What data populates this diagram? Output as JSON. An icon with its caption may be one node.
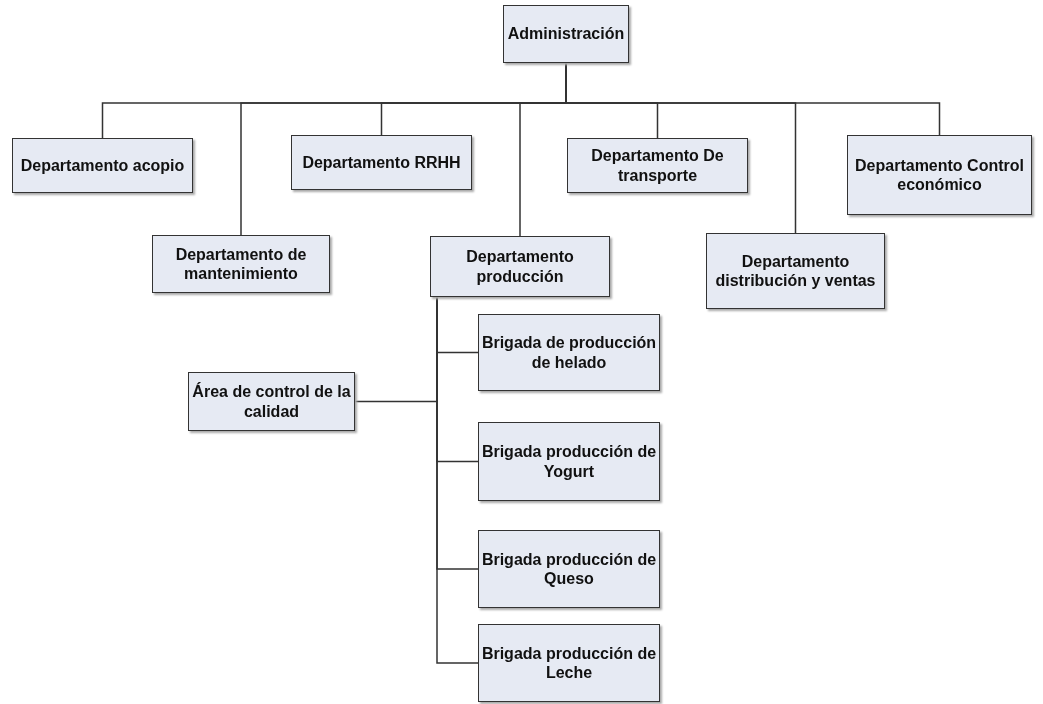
{
  "diagram": {
    "nodes": [
      {
        "text": [
          "Administración"
        ]
      },
      {
        "text": [
          "Departamento acopio"
        ]
      },
      {
        "text": [
          "Departamento RRHH"
        ]
      },
      {
        "text": [
          "Departamento De transporte"
        ]
      },
      {
        "text": [
          "Departamento Control económico"
        ]
      },
      {
        "text": [
          "Departamento de mantenimiento"
        ]
      },
      {
        "text": [
          "Departamento producción"
        ]
      },
      {
        "text": [
          "Departamento distribución y ventas"
        ]
      },
      {
        "text": [
          "Brigada de producción de helado"
        ]
      },
      {
        "text": [
          "Área de control de la calidad"
        ]
      },
      {
        "text": [
          "Brigada producción de Yogurt"
        ]
      },
      {
        "text": [
          "Brigada producción de Queso"
        ]
      },
      {
        "text": [
          "Brigada producción de Leche"
        ]
      }
    ],
    "edges": [
      {
        "from": 0,
        "to": 1,
        "arrow": "none"
      },
      {
        "from": 0,
        "to": 5,
        "arrow": "none"
      },
      {
        "from": 0,
        "to": 2,
        "arrow": "none"
      },
      {
        "from": 0,
        "to": 6,
        "arrow": "none"
      },
      {
        "from": 0,
        "to": 3,
        "arrow": "none"
      },
      {
        "from": 0,
        "to": 7,
        "arrow": "none"
      },
      {
        "from": 0,
        "to": 4,
        "arrow": "none"
      },
      {
        "from": 6,
        "to": 8,
        "arrow": "none"
      },
      {
        "from": 6,
        "to": 9,
        "arrow": "none"
      },
      {
        "from": 6,
        "to": 10,
        "arrow": "none"
      },
      {
        "from": 6,
        "to": 11,
        "arrow": "none"
      },
      {
        "from": 6,
        "to": 12,
        "arrow": "none"
      }
    ]
  }
}
